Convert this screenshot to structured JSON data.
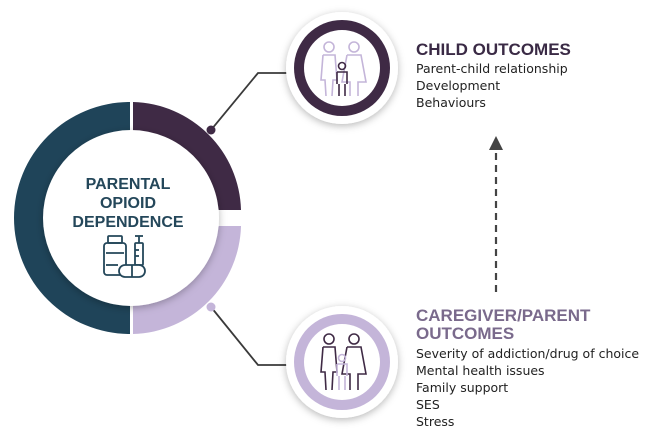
{
  "center": {
    "label_lines": [
      "PARENTAL",
      "OPIOID",
      "DEPENDENCE"
    ],
    "icon": "medicine-bottle-syringe-pill-icon"
  },
  "child_outcomes": {
    "title": "CHILD OUTCOMES",
    "items": [
      "Parent-child relationship",
      "Development",
      "Behaviours"
    ],
    "icon": "family-icon"
  },
  "caregiver_outcomes": {
    "title_lines": [
      "CAREGIVER/PARENT",
      "OUTCOMES"
    ],
    "items": [
      "Severity of addiction/drug of choice",
      "Mental health issues",
      "Family support",
      "SES",
      "Stress"
    ],
    "icon": "family-icon"
  },
  "colors": {
    "navy": "#1f4459",
    "plum": "#3f2a45",
    "lavender": "#c4b5d9",
    "center_text": "#24475a",
    "child_title": "#3a2a45",
    "caregiver_title": "#7a6a8c",
    "connector": "#3a3a3a",
    "arrow": "#444444"
  }
}
